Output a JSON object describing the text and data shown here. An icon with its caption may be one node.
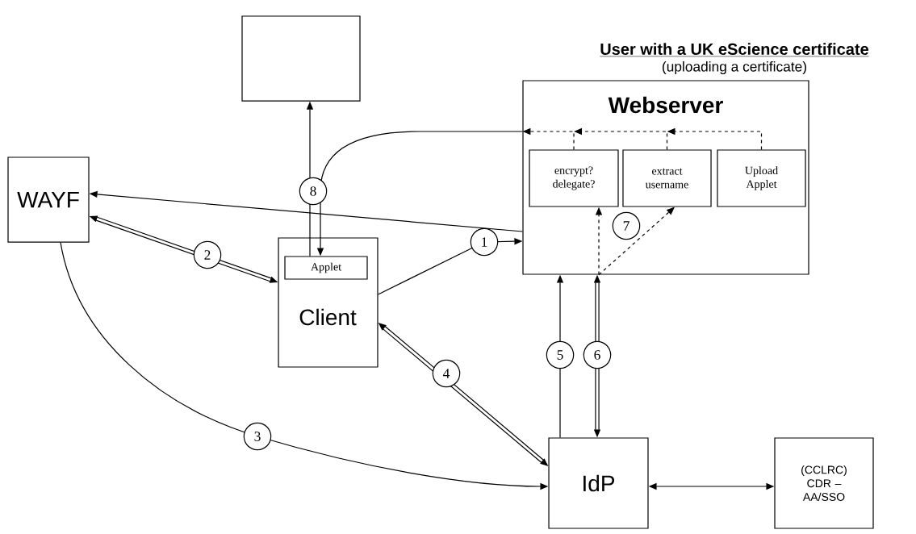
{
  "diagram": {
    "title": "User with a UK eScience certificate",
    "nodes": [
      {
        "text": [],
        "shape": "box"
      },
      {
        "text": [
          "Webserver"
        ]
      },
      {
        "text": [
          "encrypt? delegate?"
        ],
        "in": 1
      },
      {
        "text": [
          "extract username"
        ],
        "in": 1
      },
      {
        "text": [
          "Upload Applet"
        ],
        "in": 1
      },
      {
        "text": [
          "WAYF"
        ]
      },
      {
        "text": [
          "Client"
        ]
      },
      {
        "text": [
          "Applet"
        ],
        "in": 6
      },
      {
        "text": [
          "IdP"
        ]
      },
      {
        "text": [
          "(CCLRC) CDR – AA/SSO"
        ]
      }
    ],
    "edges": [
      {
        "from": 6,
        "to": 1,
        "arrow": "to",
        "label": "1"
      },
      {
        "from": 1,
        "to": 5,
        "arrow": "to"
      },
      {
        "from": 5,
        "to": 6,
        "arrow": "both",
        "label": "2",
        "style": "thick"
      },
      {
        "from": 5,
        "to": 8,
        "arrow": "to",
        "label": "3"
      },
      {
        "from": 6,
        "to": 8,
        "arrow": "both",
        "label": "4",
        "style": "thick"
      },
      {
        "from": 8,
        "to": 1,
        "arrow": "to",
        "label": "5"
      },
      {
        "from": 1,
        "to": 8,
        "arrow": "both",
        "label": "6",
        "style": "thick"
      },
      {
        "from": 1,
        "to": 2,
        "arrow": "to",
        "style": "dashed"
      },
      {
        "from": 1,
        "to": 3,
        "arrow": "to",
        "label": "7",
        "style": "dashed"
      },
      {
        "from": 4,
        "to": 3,
        "arrow": "to",
        "style": "dashed"
      },
      {
        "from": 3,
        "to": 2,
        "arrow": "to",
        "style": "dashed"
      },
      {
        "from": 2,
        "to": 1,
        "arrow": "to",
        "style": "dashed"
      },
      {
        "from": 1,
        "to": 7,
        "arrow": "to",
        "label": "8"
      },
      {
        "from": 7,
        "to": 0,
        "arrow": "to"
      },
      {
        "from": 8,
        "to": 9,
        "arrow": "both"
      }
    ],
    "labels": [
      "(uploading a certificate)"
    ]
  }
}
